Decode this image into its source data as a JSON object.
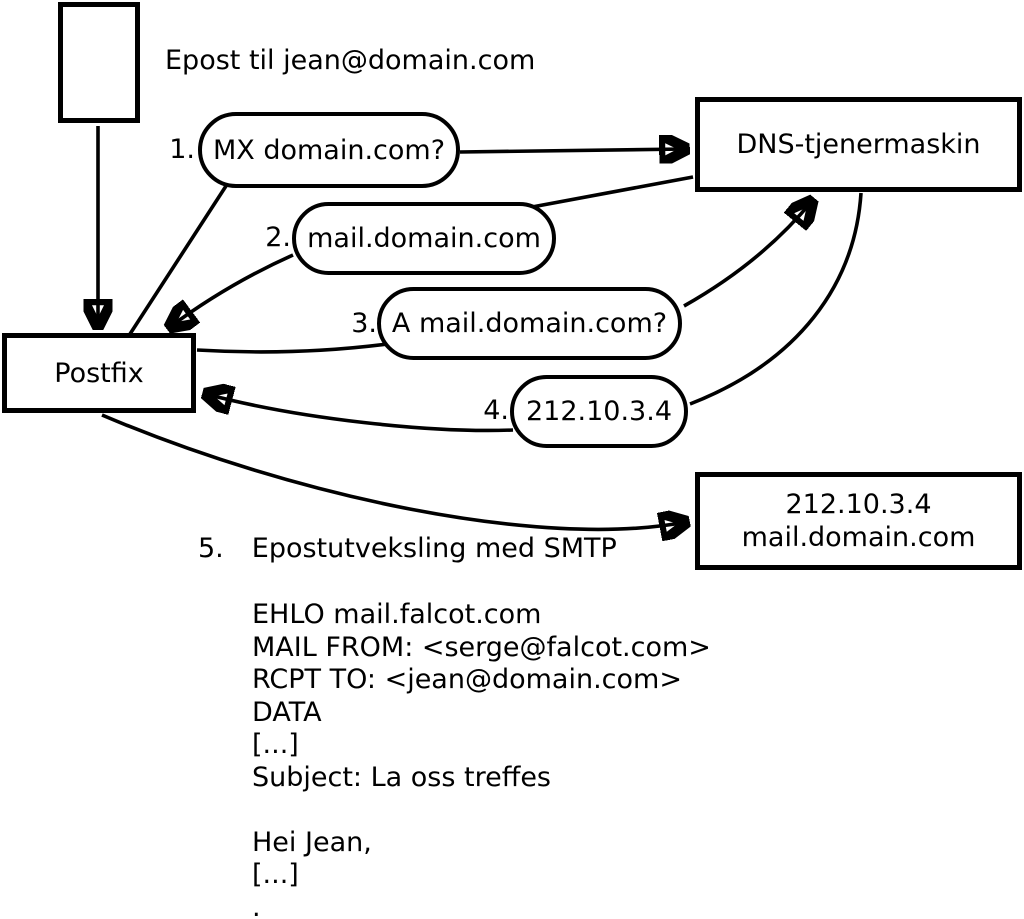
{
  "colors": {
    "ink": "#000000",
    "background": "#ffffff"
  },
  "title": "Epost til jean@domain.com",
  "nodes": {
    "email_source": "",
    "postfix": "Postfix",
    "dns_server": "DNS-tjenermaskin",
    "mail_server_line1": "212.10.3.4",
    "mail_server_line2": "mail.domain.com"
  },
  "steps": [
    {
      "num": "1.",
      "text": "MX domain.com?"
    },
    {
      "num": "2.",
      "text": "mail.domain.com"
    },
    {
      "num": "3.",
      "text": "A mail.domain.com?"
    },
    {
      "num": "4.",
      "text": "212.10.3.4"
    },
    {
      "num": "5.",
      "text": "Epostutveksling med SMTP"
    }
  ],
  "smtp_session": "EHLO mail.falcot.com\nMAIL FROM: <serge@falcot.com>\nRCPT TO: <jean@domain.com>\nDATA\n[...]\nSubject: La oss treffes\n\nHei Jean,\n[...]\n."
}
